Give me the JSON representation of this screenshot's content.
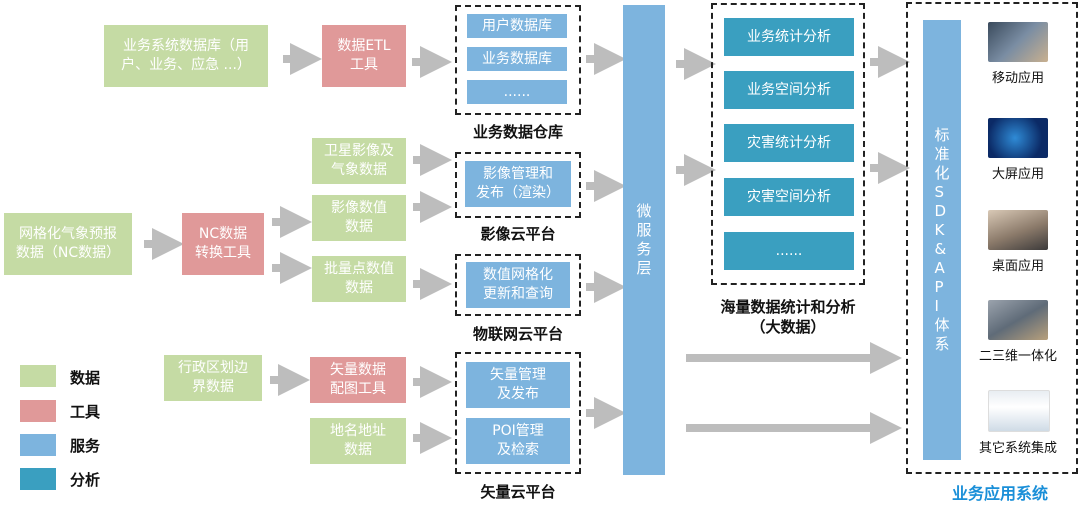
{
  "colors": {
    "data": "#c5dba4",
    "tool": "#e09999",
    "service": "#7db4de",
    "analysis": "#3a9fc0",
    "title_accent": "#1a8fd8"
  },
  "left": {
    "biz_db": "业务系统数据库（用\n户、业务、应急 ...）",
    "etl_tool": "数据ETL\n工具",
    "grid_forecast": "网格化气象预报\n数据（NC数据）",
    "nc_tool": "NC数据\n转换工具",
    "satellite": "卫星影像及\n气象数据",
    "image_value": "影像数值\n数据",
    "batch_points": "批量点数值\n数据",
    "admin_boundary": "行政区划边\n界数据",
    "vector_tool": "矢量数据\n配图工具",
    "place_address": "地名地址\n数据"
  },
  "warehouse": {
    "items": [
      "用户数据库",
      "业务数据库",
      "......"
    ],
    "label": "业务数据仓库"
  },
  "image_cloud": {
    "item": "影像管理和\n发布（渲染）",
    "label": "影像云平台"
  },
  "iot_cloud": {
    "item": "数值网格化\n更新和查询",
    "label": "物联网云平台"
  },
  "vector_cloud": {
    "items": [
      "矢量管理\n及发布",
      "POI管理\n及检索"
    ],
    "label": "矢量云平台"
  },
  "micro_service": "微服务层",
  "analysis": {
    "items": [
      "业务统计分析",
      "业务空间分析",
      "灾害统计分析",
      "灾害空间分析",
      "......"
    ],
    "label": "海量数据统计和分析\n（大数据）"
  },
  "sdk": "标准化SDK&API体系",
  "apps": {
    "items": [
      "移动应用",
      "大屏应用",
      "桌面应用",
      "二三维一体化",
      "其它系统集成"
    ],
    "title": "业务应用系统"
  },
  "legend": {
    "data": "数据",
    "tool": "工具",
    "service": "服务",
    "analysis": "分析"
  }
}
